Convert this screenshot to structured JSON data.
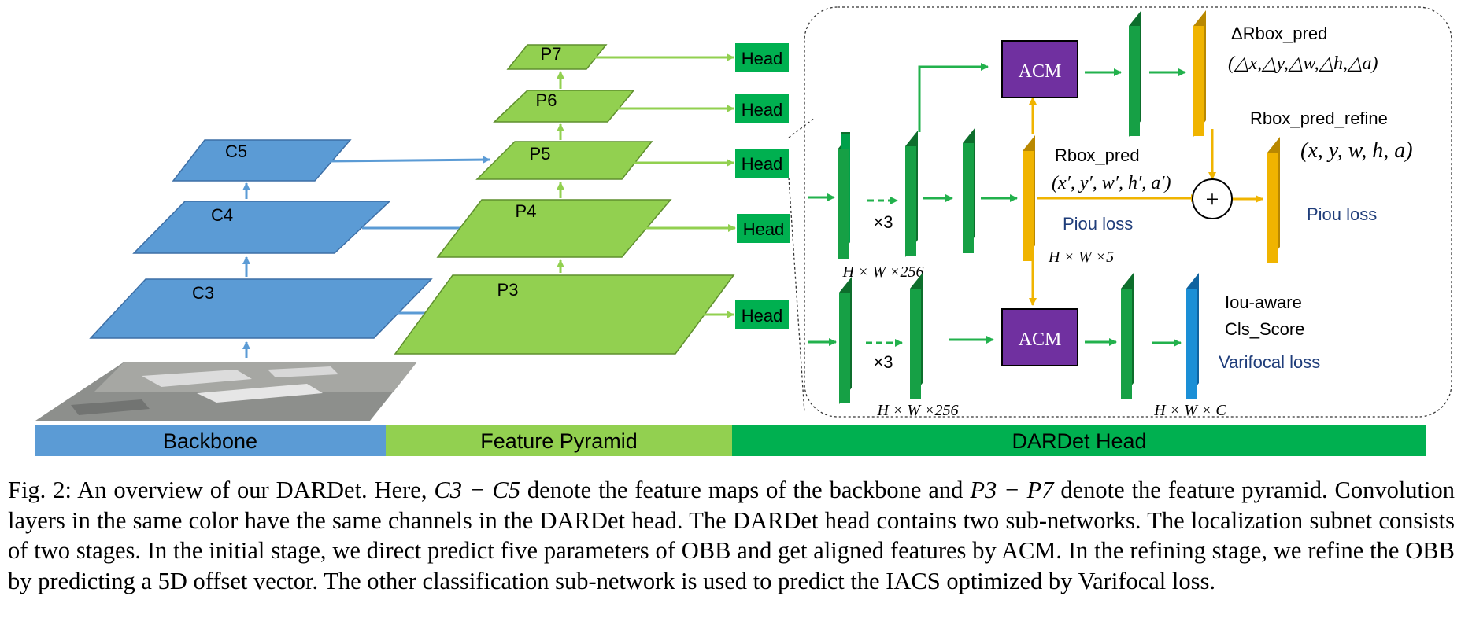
{
  "figure": {
    "backbone": {
      "maps": [
        "C3",
        "C4",
        "C5"
      ]
    },
    "pyramid": {
      "maps": [
        "P3",
        "P4",
        "P5",
        "P6",
        "P7"
      ]
    },
    "head_label": "Head",
    "sections": [
      "Backbone",
      "Feature Pyramid",
      "DARDet Head"
    ],
    "head_detail": {
      "acm_label": "ACM",
      "times3": "×3",
      "dim_256_top": "H × W ×256",
      "dim_256_bottom": "H × W ×256",
      "dim_5": "H × W ×5",
      "dim_c": "H × W × C",
      "rbox_pred": "Rbox_pred",
      "rbox_pred_params": "(x′, y′, w′, h′, a′)",
      "delta_rbox_pred": "ΔRbox_pred",
      "delta_params": "(△x,△y,△w,△h,△a)",
      "rbox_pred_refine": "Rbox_pred_refine",
      "refine_params": "(x, y, w, h, a)",
      "piou_loss_1": "Piou loss",
      "piou_loss_2": "Piou loss",
      "iou_aware_1": "Iou-aware",
      "iou_aware_2": "Cls_Score",
      "varifocal_loss": "Varifocal loss",
      "plus": "+"
    },
    "colors": {
      "backbone": "#5b9bd5",
      "pyramid": "#92d050",
      "head": "#00b050",
      "conv": "#13953f",
      "rbox": "#e3a800",
      "acm": "#7030a0",
      "cls": "#1b8fd6",
      "loss_text": "#1f3d7a"
    }
  },
  "caption": {
    "label": "Fig. 2:",
    "text_1": " An overview of our DARDet. Here, ",
    "math_1": "C3 − C5",
    "text_2": " denote the feature maps of the backbone and ",
    "math_2": "P3 − P7",
    "text_3": " denote the feature pyramid. Convolution layers in the same color have the same channels in the DARDet head. The DARDet head contains two sub-networks. The localization subnet consists of two stages. In the initial stage, we direct predict five parameters of OBB and get aligned features by ACM. In the refining stage, we refine the OBB by predicting a 5D offset vector. The other classification sub-network is used to predict the IACS optimized by Varifocal loss."
  }
}
